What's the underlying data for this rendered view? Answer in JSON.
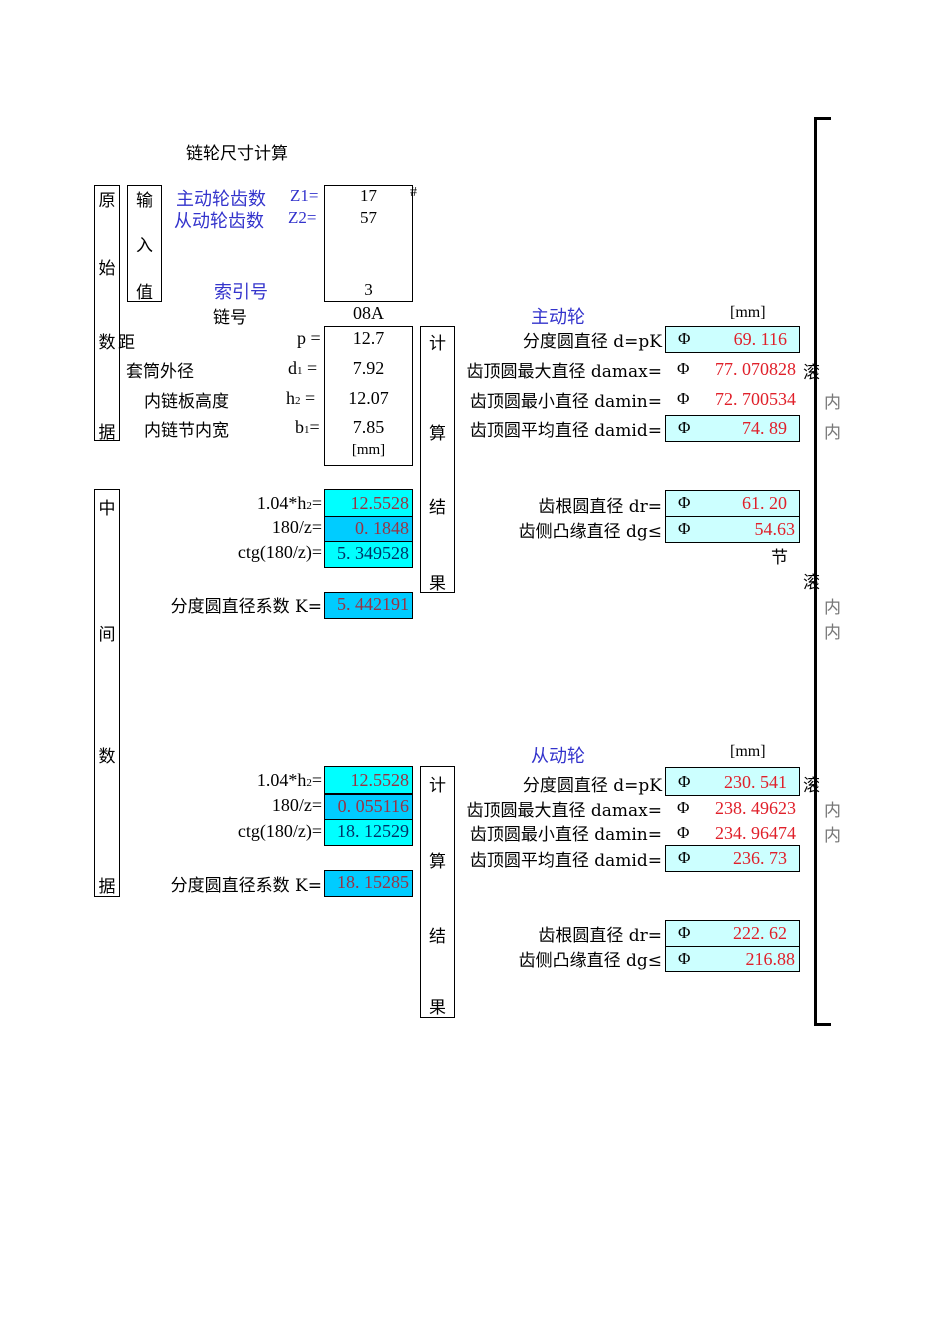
{
  "title": "链轮尺寸计算",
  "side_labels": {
    "original": [
      "原",
      "始",
      "数",
      "据"
    ],
    "input": [
      "输",
      "入",
      "值"
    ],
    "intermediate": [
      "中",
      "间",
      "数",
      "据"
    ],
    "calc_result": [
      "计",
      "算",
      "结",
      "果"
    ]
  },
  "inputs": {
    "z1_label": "主动轮齿数",
    "z1_sym": "Z1=",
    "z1_value": "17",
    "z1_marker": "#",
    "z2_label": "从动轮齿数",
    "z2_sym": "Z2=",
    "z2_value": "57",
    "index_label": "索引号",
    "index_value": "3",
    "chain_label": "链号",
    "chain_value": "08A"
  },
  "chain_params": {
    "pitch_label": "距",
    "pitch_sym": "p =",
    "pitch_value": "12.7",
    "d1_label": "套筒外径",
    "d1_sym": "d",
    "d1_sub": "1",
    "d1_eq": " =",
    "d1_value": "7.92",
    "h2_label": "内链板高度",
    "h2_sym": "h",
    "h2_sub": "2",
    "h2_eq": " =",
    "h2_value": "12.07",
    "b1_label": "内链节内宽",
    "b1_sym": "b",
    "b1_sub": "1",
    "b1_eq": "=",
    "b1_value": "7.85",
    "unit": "[mm]"
  },
  "driver": {
    "heading": "主动轮",
    "unit": "[mm]",
    "inter": {
      "h_label": "1.04*h",
      "h_sub": "2",
      "h_eq": "=",
      "h_value": "12.5528",
      "angle_label": "180/z=",
      "angle_value": "0. 1848",
      "ctg_label": "ctg(180/z)=",
      "ctg_value": "5. 349528",
      "k_label": "分度圆直径系数  K=",
      "k_value": "5. 442191"
    },
    "results": {
      "phi": "Φ",
      "d_label": "分度圆直径  d=pK",
      "d_value": "69. 116",
      "damax_label": "齿顶圆最大直径  damax=",
      "damax_value": "77. 070828",
      "damin_label": "齿顶圆最小直径  damin=",
      "damin_value": "72. 700534",
      "damid_label": "齿顶圆平均直径  damid=",
      "damid_value": "74. 89",
      "dr_label": "齿根圆直径  dr=",
      "dr_value": "61. 20",
      "dg_label": "齿侧凸缘直径  dg≤",
      "dg_value": "54.63"
    }
  },
  "driven": {
    "heading": "从动轮",
    "unit": "[mm]",
    "inter": {
      "h_label": "1.04*h",
      "h_sub": "2",
      "h_eq": "=",
      "h_value": "12.5528",
      "angle_label": "180/z=",
      "angle_value": "0. 055116",
      "ctg_label": "ctg(180/z)=",
      "ctg_value": "18. 12529",
      "k_label": "分度圆直径系数  K=",
      "k_value": "18. 15285"
    },
    "results": {
      "phi": "Φ",
      "d_label": "分度圆直径  d=pK",
      "d_value": "230. 541",
      "damax_label": "齿顶圆最大直径  damax=",
      "damax_value": "238. 49623",
      "damin_label": "齿顶圆最小直径  damin=",
      "damin_value": "234. 96474",
      "damid_label": "齿顶圆平均直径  damid=",
      "damid_value": "236. 73",
      "dr_label": "齿根圆直径  dr=",
      "dr_value": "222. 62",
      "dg_label": "齿侧凸缘直径  dg≤",
      "dg_value": "216.88"
    }
  },
  "overflow_fragments": {
    "gun1": "滚",
    "nei1": "内",
    "nei2": "内",
    "jie": "节",
    "gun2": "滚",
    "nei3": "内",
    "nei4": "内",
    "gun3": "滚",
    "nei5": "内",
    "nei6": "内"
  },
  "colors": {
    "cyan": "#00ffff",
    "sky": "#00ccff",
    "light_cyan": "#ccffff",
    "result_red": "#e0202a",
    "label_blue": "#3333cc"
  }
}
